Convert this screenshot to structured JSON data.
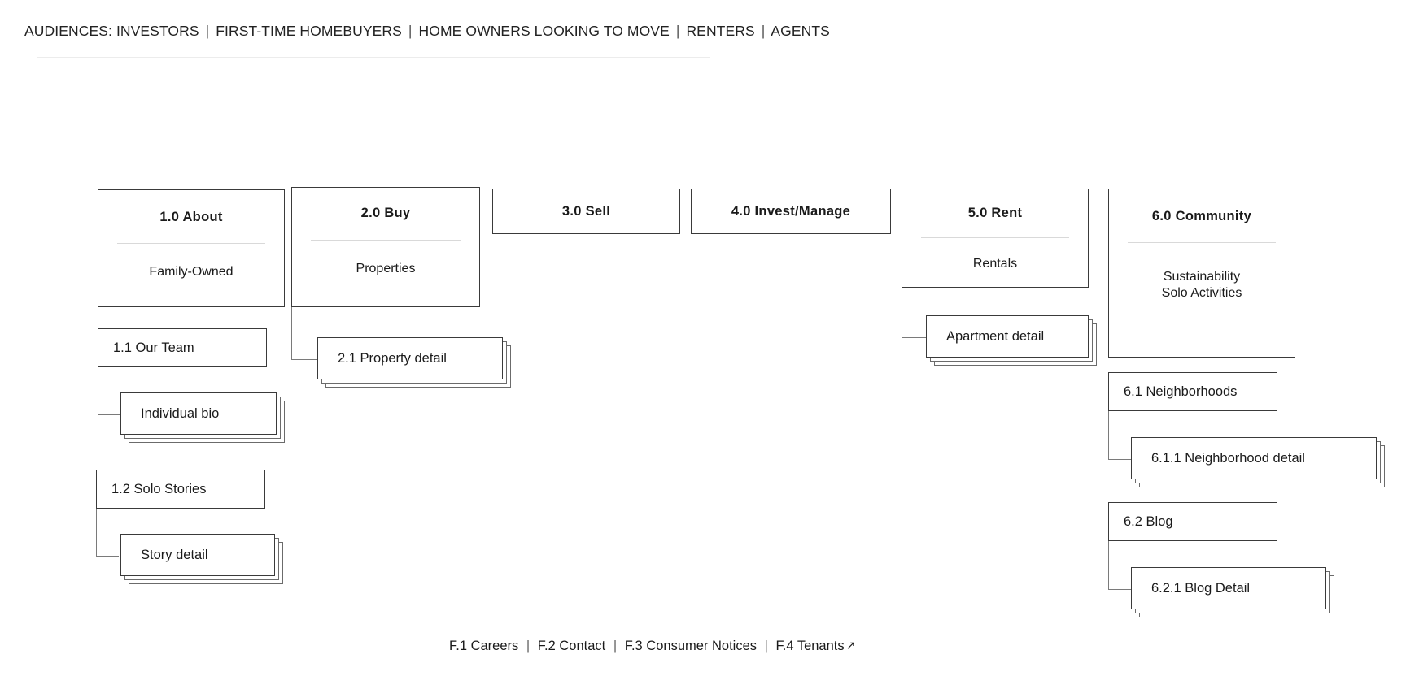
{
  "audiences": {
    "label": "AUDIENCES:",
    "separator": "|",
    "items": [
      "INVESTORS",
      "FIRST-TIME HOMEBUYERS",
      "HOME OWNERS LOOKING TO MOVE",
      "RENTERS",
      "AGENTS"
    ]
  },
  "sections": [
    {
      "id": "about",
      "title": "1.0  About",
      "body": "Family-Owned",
      "children": [
        {
          "id": "our-team",
          "label": "1.1  Our Team",
          "children": [
            {
              "id": "individual-bio",
              "label": "Individual bio",
              "stacked": true
            }
          ]
        },
        {
          "id": "solo-stories",
          "label": "1.2  Solo Stories",
          "children": [
            {
              "id": "story-detail",
              "label": "Story detail",
              "stacked": true
            }
          ]
        }
      ]
    },
    {
      "id": "buy",
      "title": "2.0  Buy",
      "body": "Properties",
      "children": [
        {
          "id": "property-detail",
          "label": "2.1 Property detail",
          "stacked": true
        }
      ]
    },
    {
      "id": "sell",
      "title": "3.0 Sell",
      "body": "",
      "children": []
    },
    {
      "id": "invest-manage",
      "title": "4.0  Invest/Manage",
      "body": "",
      "children": []
    },
    {
      "id": "rent",
      "title": "5.0  Rent",
      "body": "Rentals",
      "children": [
        {
          "id": "apartment-detail",
          "label": "Apartment detail",
          "stacked": true
        }
      ]
    },
    {
      "id": "community",
      "title": "6.0  Community",
      "body": "Sustainability\nSolo Activities",
      "body_line1": "Sustainability",
      "body_line2": "Solo Activities",
      "children": [
        {
          "id": "neighborhoods",
          "label": "6.1  Neighborhoods",
          "children": [
            {
              "id": "neighborhood-detail",
              "label": "6.1.1 Neighborhood detail",
              "stacked": true
            }
          ]
        },
        {
          "id": "blog",
          "label": "6.2  Blog",
          "children": [
            {
              "id": "blog-detail",
              "label": "6.2.1 Blog Detail",
              "stacked": true
            }
          ]
        }
      ]
    }
  ],
  "footer": {
    "separator": "|",
    "items": [
      {
        "label": "F.1  Careers",
        "external": false
      },
      {
        "label": "F.2  Contact",
        "external": false
      },
      {
        "label": "F.3  Consumer Notices",
        "external": false
      },
      {
        "label": "F.4  Tenants",
        "external": true,
        "external_icon": "↗"
      }
    ]
  },
  "colors": {
    "node_border": "#3a3a3a",
    "stack_border": "#6b6b6b",
    "connector": "#7a7a7a",
    "divider": "#d9d9d9",
    "rule": "#ececec",
    "text": "#1a1a1a"
  }
}
